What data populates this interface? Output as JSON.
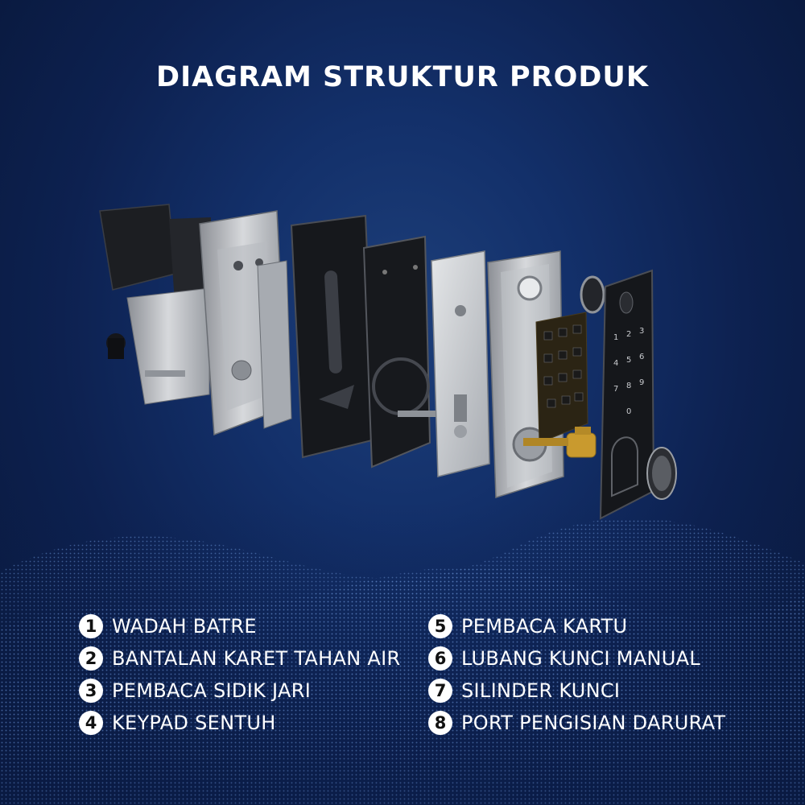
{
  "title": "DIAGRAM STRUKTUR PRODUK",
  "legend": {
    "left": [
      {
        "num": "1",
        "label": "WADAH BATRE"
      },
      {
        "num": "2",
        "label": "BANTALAN KARET TAHAN AIR"
      },
      {
        "num": "3",
        "label": "PEMBACA SIDIK JARI"
      },
      {
        "num": "4",
        "label": "KEYPAD SENTUH"
      }
    ],
    "right": [
      {
        "num": "5",
        "label": "PEMBACA KARTU"
      },
      {
        "num": "6",
        "label": "LUBANG KUNCI MANUAL"
      },
      {
        "num": "7",
        "label": "SILINDER KUNCI"
      },
      {
        "num": "8",
        "label": "PORT PENGISIAN DARURAT"
      }
    ]
  },
  "keypad_digits": [
    "1",
    "2",
    "3",
    "4",
    "5",
    "6",
    "7",
    "8",
    "9",
    "0"
  ],
  "colors": {
    "background": "#0d2150",
    "text": "#ffffff",
    "badge": "#ffffff",
    "wave": "#4a78c8",
    "brass": "#c99a2e"
  }
}
